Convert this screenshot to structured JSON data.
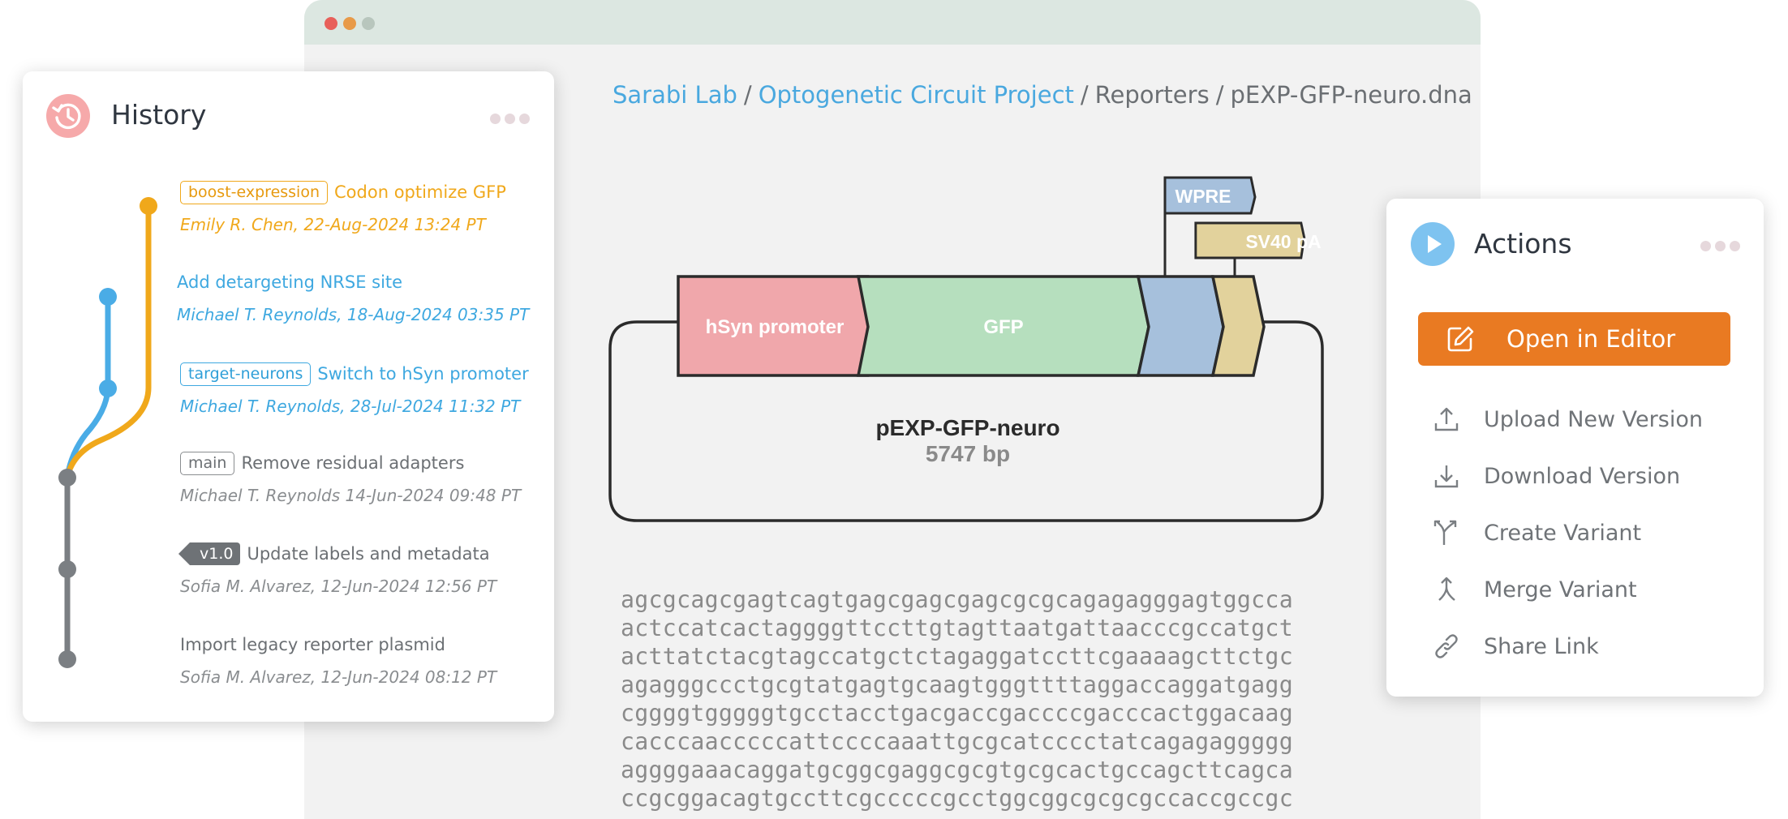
{
  "window": {
    "breadcrumb": [
      {
        "label": "Sarabi Lab",
        "link": true
      },
      {
        "label": "Optogenetic Circuit Project",
        "link": true
      },
      {
        "label": "Reporters",
        "link": false
      },
      {
        "label": "pEXP-GFP-neuro.dna",
        "link": false
      }
    ]
  },
  "plasmid": {
    "name": "pEXP-GFP-neuro",
    "length": "5747 bp",
    "features": [
      {
        "label": "hSyn promoter",
        "color": "#f0a7ab"
      },
      {
        "label": "GFP",
        "color": "#b6dfbe"
      },
      {
        "label": "WPRE",
        "color": "#a6c0dc"
      },
      {
        "label": "SV40 pA",
        "color": "#e2d29c"
      }
    ]
  },
  "sequence": [
    "agcgcagcgagtcagtgagcgagcgagcgcgcagagagggagtggcca",
    "actccatcactaggggttccttgtagttaatgattaacccgccatgct",
    "acttatctacgtagccatgctctagaggatccttcgaaaagcttctgc",
    "agagggccctgcgtatgagtgcaagtgggttttaggaccaggatgagg",
    "cggggtgggggtgcctacctgacgaccgaccccgacccactggacaag",
    "cacccaacccccattccccaaattgcgcatcccctatcagagaggggg",
    "aggggaaacaggatgcggcgaggcgcgtgcgcactgccagcttcagca",
    "ccgcggacagtgccttcgcccccgcctggcggcgcgcgccaccgccgc"
  ],
  "history": {
    "title": "History",
    "icon": "history-clock-icon",
    "commits": [
      {
        "tag": "boost-expression",
        "message": "Codon optimize GFP",
        "meta": "Emily R. Chen, 22-Aug-2024 13:24 PT",
        "branch": "orange"
      },
      {
        "tag": "",
        "message": "Add detargeting NRSE site",
        "meta": "Michael T. Reynolds, 18-Aug-2024 03:35 PT",
        "branch": "blue"
      },
      {
        "tag": "target-neurons",
        "message": "Switch to hSyn promoter",
        "meta": "Michael T. Reynolds, 28-Jul-2024 11:32 PT",
        "branch": "blue"
      },
      {
        "tag": "main",
        "message": "Remove residual adapters",
        "meta": "Michael T. Reynolds 14-Jun-2024 09:48 PT",
        "branch": "gray"
      },
      {
        "tag": "v1.0",
        "message": "Update labels and metadata",
        "meta": "Sofia M. Alvarez, 12-Jun-2024 12:56 PT",
        "branch": "gray"
      },
      {
        "tag": "",
        "message": "Import legacy reporter plasmid",
        "meta": "Sofia M. Alvarez, 12-Jun-2024 08:12 PT",
        "branch": "gray"
      }
    ],
    "colors": {
      "orange": "#f0a81b",
      "blue": "#4aace6",
      "gray": "#7b7f83"
    }
  },
  "actions": {
    "title": "Actions",
    "icon": "play-icon",
    "primary": {
      "label": "Open in Editor",
      "icon": "edit-icon",
      "color": "#e97a22"
    },
    "items": [
      {
        "label": "Upload New Version",
        "icon": "upload-icon"
      },
      {
        "label": "Download Version",
        "icon": "download-icon"
      },
      {
        "label": "Create Variant",
        "icon": "branch-split-icon"
      },
      {
        "label": "Merge Variant",
        "icon": "merge-icon"
      },
      {
        "label": "Share Link",
        "icon": "link-icon"
      }
    ]
  }
}
